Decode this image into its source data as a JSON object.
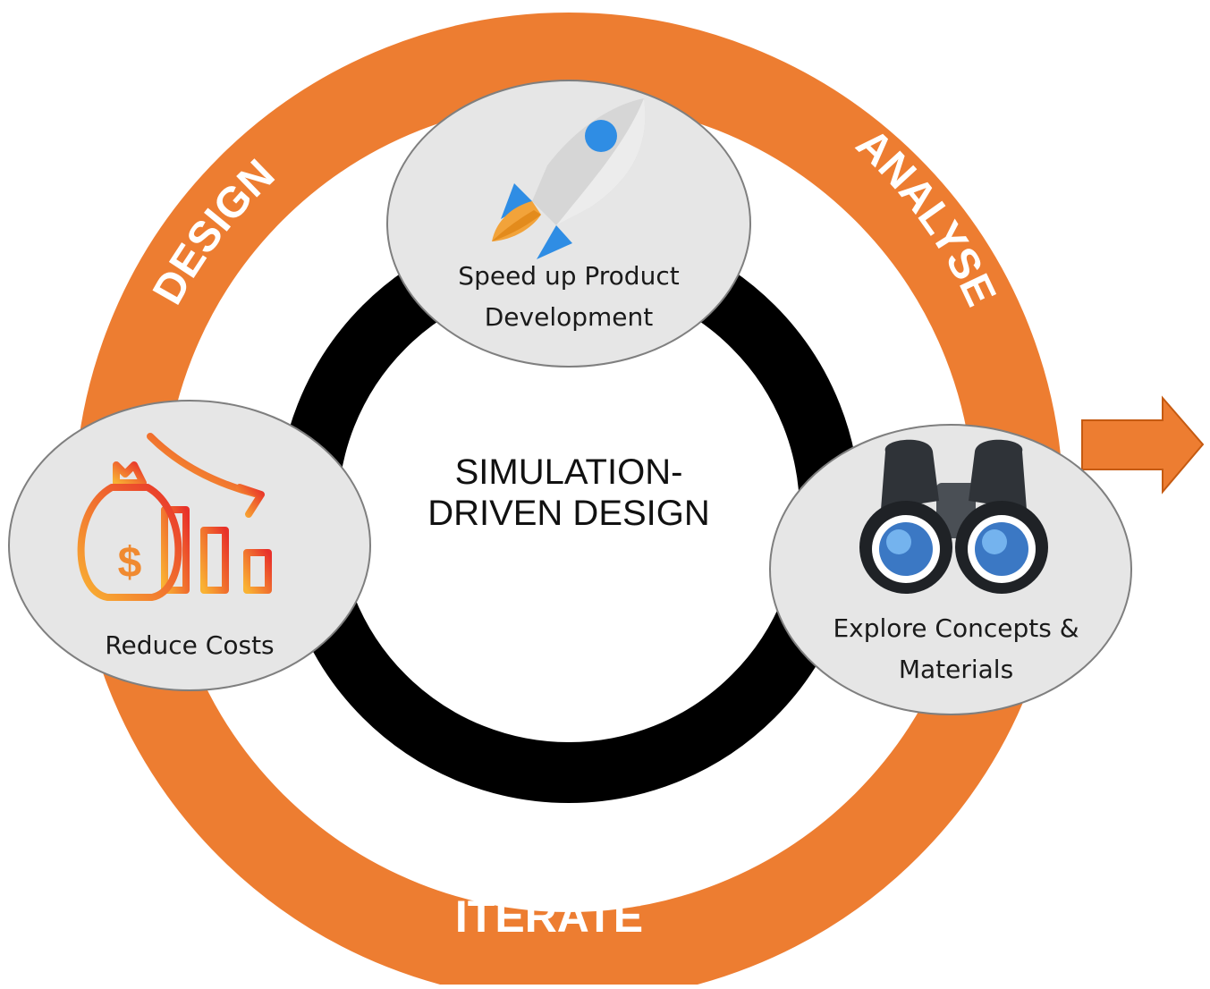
{
  "diagram": {
    "colors": {
      "outer_ring": "#ed7d31",
      "inner_ring": "#000000",
      "node_fill": "#e6e6e6",
      "node_stroke": "#7f7f7f",
      "ring_text": "#ffffff"
    },
    "ring_labels": {
      "design": "DESIGN",
      "analyse": "ANALYSE",
      "iterate": "ITERATE"
    },
    "center": {
      "line1": "SIMULATION-",
      "line2": "DRIVEN DESIGN"
    },
    "nodes": {
      "speed": {
        "line1": "Speed up Product",
        "line2": "Development",
        "icon": "rocket-icon"
      },
      "costs": {
        "line1": "Reduce Costs",
        "icon": "money-bag-declining-chart-icon"
      },
      "explore": {
        "line1": "Explore Concepts &",
        "line2": "Materials",
        "icon": "binoculars-icon"
      }
    },
    "arrow": {
      "icon": "right-arrow-icon"
    }
  }
}
